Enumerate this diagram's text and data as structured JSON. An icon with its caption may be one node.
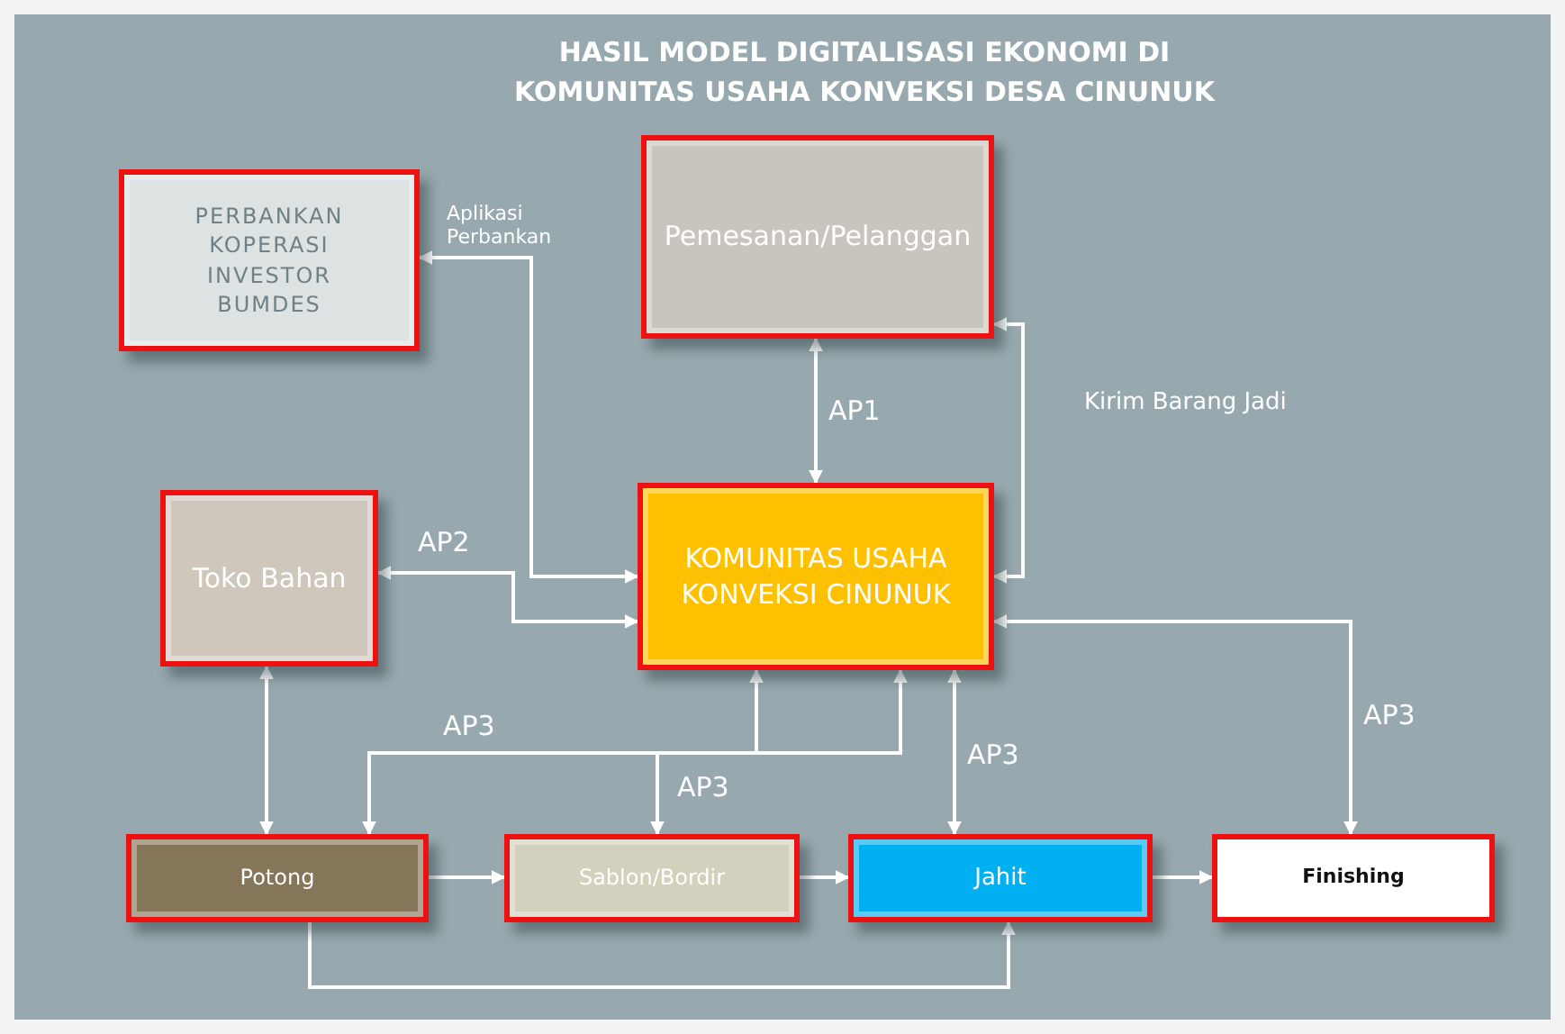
{
  "diagram": {
    "title": "HASIL MODEL DIGITALISASI EKONOMI DI KOMUNITAS USAHA KONVEKSI DESA CINUNUK",
    "nodes": [
      {
        "text": [
          "PERBANKAN KOPERASI INVESTOR BUMDES"
        ]
      },
      {
        "text": [
          "Pemesanan/Pelanggan"
        ]
      },
      {
        "text": [
          "KOMUNITAS USAHA KONVEKSI CINUNUK"
        ]
      },
      {
        "text": [
          "Toko Bahan"
        ]
      },
      {
        "text": [
          "Potong"
        ]
      },
      {
        "text": [
          "Sablon/Bordir"
        ]
      },
      {
        "text": [
          "Jahit"
        ]
      },
      {
        "text": [
          "Finishing"
        ]
      }
    ],
    "edges": [
      {
        "from": 2,
        "to": 0,
        "arrow": "both",
        "label": "Aplikasi Perbankan"
      },
      {
        "from": 2,
        "to": 1,
        "arrow": "both",
        "label": "AP1"
      },
      {
        "from": 2,
        "to": 1,
        "arrow": "both",
        "label": "Kirim Barang Jadi"
      },
      {
        "from": 3,
        "to": 2,
        "arrow": "both",
        "label": "AP2"
      },
      {
        "from": 3,
        "to": 4,
        "arrow": "both"
      },
      {
        "from": 2,
        "to": 4,
        "arrow": "both",
        "label": "AP3"
      },
      {
        "from": 2,
        "to": 5,
        "arrow": "both",
        "label": "AP3"
      },
      {
        "from": 2,
        "to": 6,
        "arrow": "both",
        "label": "AP3"
      },
      {
        "from": 2,
        "to": 7,
        "arrow": "both",
        "label": "AP3"
      },
      {
        "from": 4,
        "to": 5,
        "arrow": "to"
      },
      {
        "from": 5,
        "to": 6,
        "arrow": "to"
      },
      {
        "from": 6,
        "to": 7,
        "arrow": "to"
      },
      {
        "from": 4,
        "to": 6,
        "arrow": "to"
      }
    ]
  }
}
